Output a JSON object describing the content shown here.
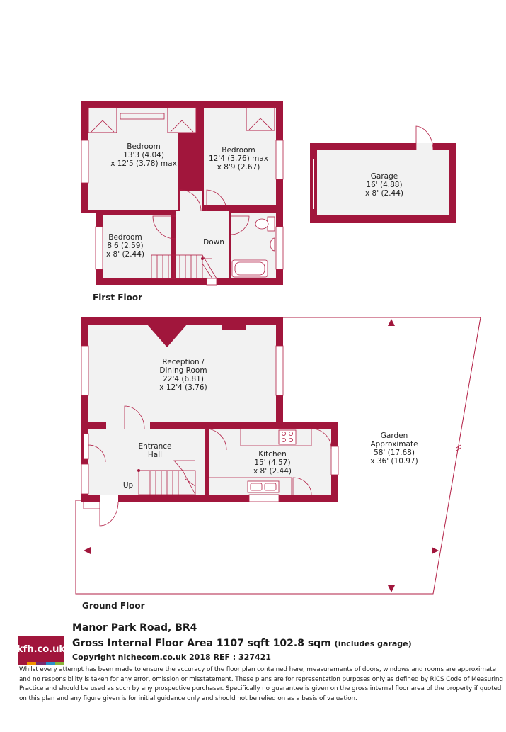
{
  "first_floor": {
    "label": "First Floor",
    "bedroom1": {
      "name": "Bedroom",
      "dim1": "13'3 (4.04)",
      "dim2": "x 12'5 (3.78) max"
    },
    "bedroom2": {
      "name": "Bedroom",
      "dim1": "12'4 (3.76) max",
      "dim2": "x 8'9 (2.67)"
    },
    "bedroom3": {
      "name": "Bedroom",
      "dim1": "8'6 (2.59)",
      "dim2": "x 8' (2.44)"
    },
    "stairs_label": "Down"
  },
  "garage": {
    "name": "Garage",
    "dim1": "16' (4.88)",
    "dim2": "x 8' (2.44)"
  },
  "ground_floor": {
    "label": "Ground Floor",
    "reception": {
      "name1": "Reception /",
      "name2": "Dining Room",
      "dim1": "22'4 (6.81)",
      "dim2": "x 12'4 (3.76)"
    },
    "hall": {
      "name1": "Entrance",
      "name2": "Hall"
    },
    "kitchen": {
      "name": "Kitchen",
      "dim1": "15' (4.57)",
      "dim2": "x 8' (2.44)"
    },
    "stairs_label": "Up",
    "garden": {
      "name1": "Garden",
      "name2": "Approximate",
      "dim1": "58' (17.68)",
      "dim2": "x 36' (10.97)"
    }
  },
  "footer": {
    "logo_text": "kfh.co.uk",
    "logo_colors": [
      "#a1163c",
      "#f29400",
      "#7a2a6e",
      "#2a8fc9",
      "#8bb43a"
    ],
    "address": "Manor Park Road, BR4",
    "gross_area": "Gross Internal Floor Area 1107 sqft 102.8 sqm",
    "gross_area_note": "(includes garage)",
    "copyright": "Copyright nichecom.co.uk 2018 REF : 327421",
    "disclaimer": "Whilst every attempt has been made to ensure the accuracy of the floor plan contained here, measurements of doors, windows and rooms are approximate\nand no responsibility is taken for any error, omission or misstatement.  These plans are for representation purposes only as defined by RICS Code of Measuring\nPractice and should be used as such by any prospective purchaser.  Specifically no guarantee is given on the gross internal floor area of the property if quoted\non this plan and any figure given is for initial guidance only and should not be relied on as a basis of valuation."
  },
  "colors": {
    "wall": "#a1163c",
    "floor": "#f2f2f2",
    "line": "#b21f45"
  }
}
